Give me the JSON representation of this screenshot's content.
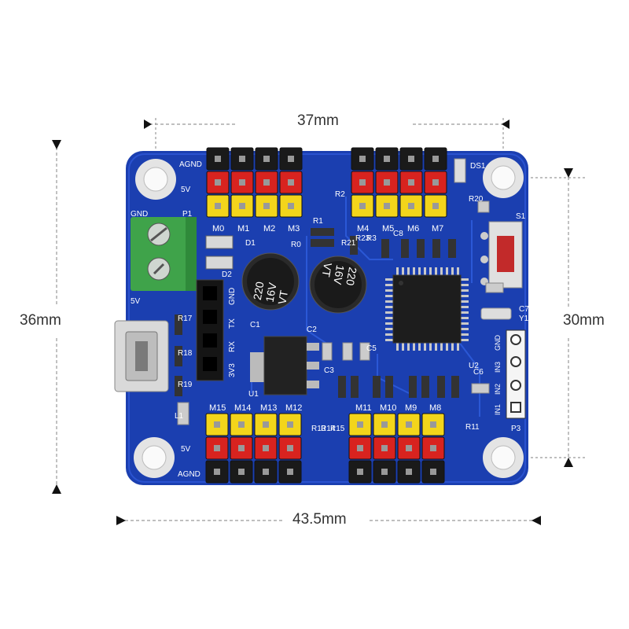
{
  "dimensions": {
    "width_holes": "37mm",
    "height_board": "36mm",
    "height_holes": "30mm",
    "width_board": "43.5mm"
  },
  "pins": {
    "top_left": [
      "M0",
      "M1",
      "M2",
      "M3"
    ],
    "top_right": [
      "M4",
      "M5",
      "M6",
      "M7"
    ],
    "bottom_left": [
      "M15",
      "M14",
      "M13",
      "M12"
    ],
    "bottom_right": [
      "M11",
      "M10",
      "M9",
      "M8"
    ]
  },
  "rail_labels": {
    "agnd": "AGND",
    "v5": "5V",
    "gnd": "GND",
    "v5_terminal": "5V"
  },
  "header_labels": [
    "GND",
    "TX",
    "RX",
    "3V3"
  ],
  "p3_labels": [
    "GND",
    "IN3",
    "IN2",
    "IN1"
  ],
  "designators": {
    "c1": "C1",
    "c2": "C2",
    "c3": "C3",
    "c5": "C5",
    "c6": "C6",
    "c7": "C7",
    "c8": "C8",
    "d1": "D1",
    "d2": "D2",
    "ds1": "DS1",
    "r0": "R0",
    "r1": "R1",
    "r2": "R2",
    "r3": "R3",
    "r17": "R17",
    "r18": "R18",
    "r19": "R19",
    "r20": "R20",
    "r21": "R21",
    "r23": "R23",
    "r11": "R11",
    "r13": "R13",
    "r14": "R14",
    "r15": "R15",
    "u1": "U1",
    "u2": "U2",
    "s1": "S1",
    "y1": "Y1",
    "l1": "L1",
    "p3": "P3",
    "p1": "P1"
  },
  "capacitor_text": {
    "value": "220",
    "voltage": "16V",
    "series": "VT"
  },
  "colors": {
    "pcb": "#1b3fb0",
    "header_black": "#1a1a1a",
    "header_red": "#d8231f",
    "header_yellow": "#f3d51b",
    "terminal": "#3fa34a",
    "silk": "#ffffff"
  }
}
